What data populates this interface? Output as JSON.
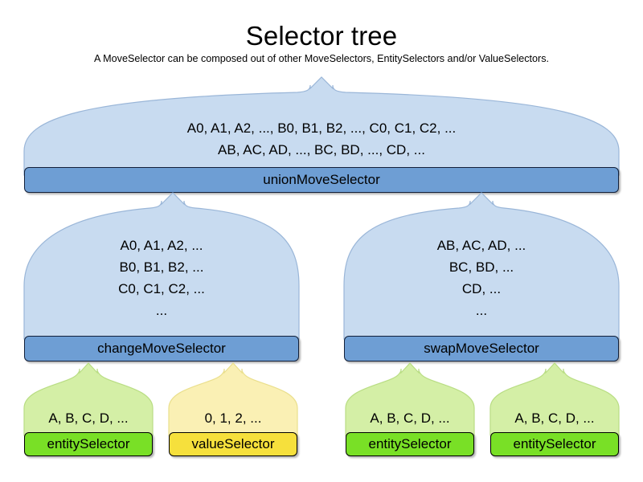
{
  "header": {
    "title": "Selector tree",
    "subtitle": "A MoveSelector can be composed out of other MoveSelectors, EntitySelectors and/or ValueSelectors."
  },
  "colors": {
    "dome_blue": "#c8dbf0",
    "dome_blue_stroke": "#9ab6d8",
    "bar_blue": "#6e9ed4",
    "bar_blue_stroke": "#12203a",
    "dome_green": "#d4efa6",
    "dome_green_stroke": "#b9dd84",
    "bar_green": "#79e026",
    "dome_yellow": "#faf0b4",
    "dome_yellow_stroke": "#eadf8d",
    "bar_yellow": "#f6e03c",
    "bar_stroke_black": "#000000",
    "background": "#ffffff",
    "text": "#000000"
  },
  "tree": {
    "root": {
      "label": "unionMoveSelector",
      "kind": "move-selector",
      "contents": [
        "A0, A1, A2, ..., B0, B1, B2, ..., C0, C1, C2, ...",
        "AB, AC, AD, ..., BC, BD, ..., CD, ..."
      ]
    },
    "level2": [
      {
        "label": "changeMoveSelector",
        "kind": "move-selector",
        "contents": [
          "A0, A1, A2, ...",
          "B0, B1, B2, ...",
          "C0, C1, C2, ...",
          "..."
        ]
      },
      {
        "label": "swapMoveSelector",
        "kind": "move-selector",
        "contents": [
          "AB, AC, AD, ...",
          "BC, BD, ...",
          "CD, ...",
          "..."
        ]
      }
    ],
    "leaves": [
      {
        "label": "entitySelector",
        "kind": "entity-selector",
        "contents": [
          "A, B, C, D, ..."
        ]
      },
      {
        "label": "valueSelector",
        "kind": "value-selector",
        "contents": [
          "0, 1, 2, ..."
        ]
      },
      {
        "label": "entitySelector",
        "kind": "entity-selector",
        "contents": [
          "A, B, C, D, ..."
        ]
      },
      {
        "label": "entitySelector",
        "kind": "entity-selector",
        "contents": [
          "A, B, C, D, ..."
        ]
      }
    ]
  }
}
